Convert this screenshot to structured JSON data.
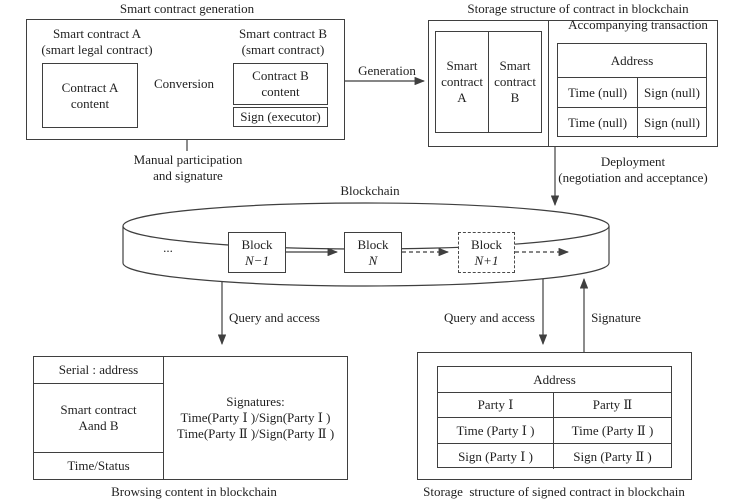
{
  "generation": {
    "title": "Smart contract generation",
    "contract_a_heading": "Smart contract A\n(smart legal contract)",
    "contract_a_content": "Contract A\ncontent",
    "conversion_label": "Conversion",
    "contract_b_heading": "Smart contract B\n(smart contract)",
    "contract_b_content": "Contract B\ncontent",
    "contract_b_sign": "Sign (executor)",
    "manual_label": "Manual participation\nand signature",
    "generation_arrow_label": "Generation"
  },
  "storage": {
    "title": "Storage structure of contract in blockchain",
    "contract_a_cell": "Smart\ncontract\nA",
    "contract_b_cell": "Smart\ncontract\nB",
    "accompanying_label": "Accompanying transaction",
    "table": {
      "address_header": "Address",
      "rows": [
        [
          "Time (null)",
          "Sign (null)"
        ],
        [
          "Time (null)",
          "Sign (null)"
        ]
      ]
    },
    "deployment_label": "Deployment\n(negotiation and acceptance)"
  },
  "blockchain": {
    "label": "Blockchain",
    "ellipsis": "...",
    "blocks": [
      {
        "line1": "Block",
        "line2": "N−1"
      },
      {
        "line1": "Block",
        "line2": "N"
      },
      {
        "line1": "Block",
        "line2": "N+1"
      }
    ]
  },
  "browsing": {
    "query_label": "Query and access",
    "left_rows": [
      "Serial : address",
      "Smart contract\nAand B",
      "Time/Status"
    ],
    "signatures": "Signatures:\nTime(Party Ⅰ )/Sign(Party Ⅰ )\nTime(Party Ⅱ )/Sign(Party Ⅱ )",
    "caption": "Browsing content in blockchain"
  },
  "signed": {
    "query_label": "Query and access",
    "signature_label": "Signature",
    "table": {
      "address_header": "Address",
      "rows": [
        [
          "Party Ⅰ",
          "Party Ⅱ"
        ],
        [
          "Time (Party Ⅰ )",
          "Time (Party Ⅱ )"
        ],
        [
          "Sign (Party Ⅰ )",
          "Sign (Party Ⅱ )"
        ]
      ]
    },
    "caption": "Storage  structure of signed contract in blockchain"
  },
  "colors": {
    "line": "#3f3f3f",
    "text": "#1f1f1f",
    "background": "#ffffff"
  }
}
